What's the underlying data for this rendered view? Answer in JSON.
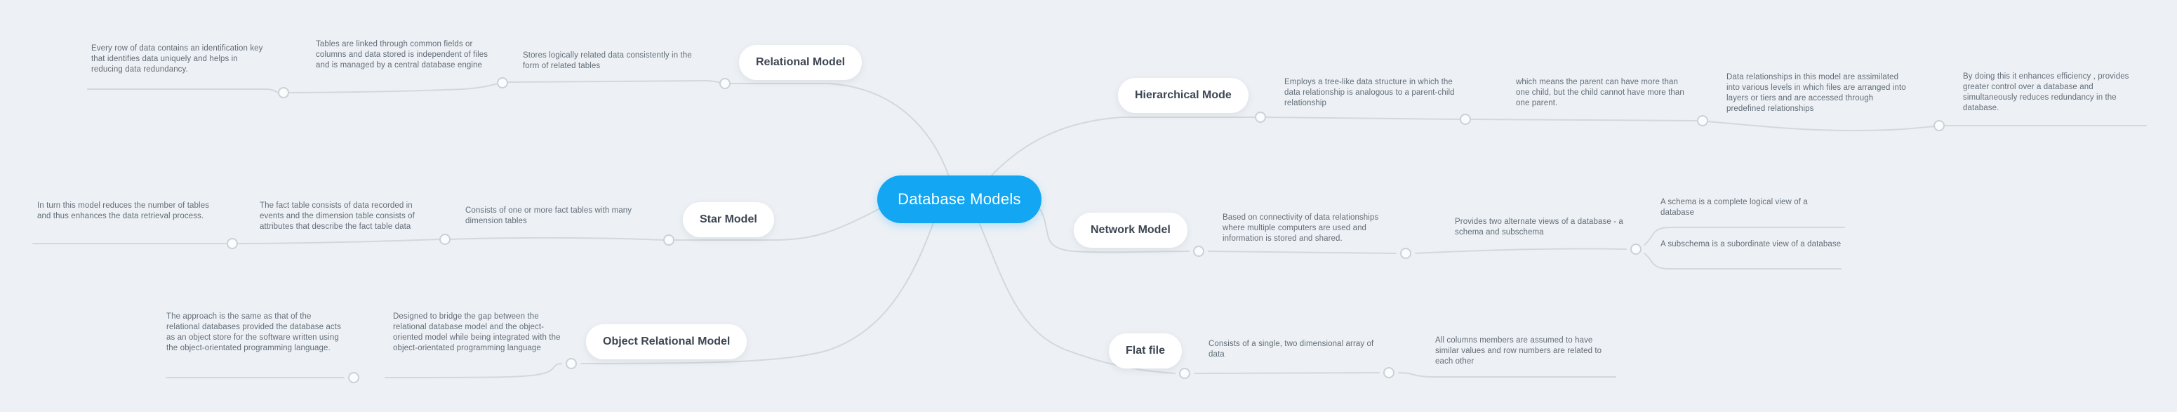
{
  "root": {
    "label": "Database Models"
  },
  "colors": {
    "background": "#edf1f5",
    "root_fill": "#12a6f3",
    "root_text": "#ffffff",
    "node_fill": "#ffffff",
    "node_text": "#3d4653",
    "note_text": "#636d78",
    "line": "#d3d8dd"
  },
  "branches": [
    {
      "label": "Relational Model",
      "notes": [
        "Every row of data contains an identification key that identifies data uniquely and helps in reducing data redundancy.",
        "Tables are linked through common fields or columns and data stored is independent of files and is managed by a central database engine",
        "Stores logically related data consistently in the form of related tables"
      ]
    },
    {
      "label": "Hierarchical Mode",
      "notes": [
        "Employs a tree-like data structure in which the data relationship is analogous to a parent-child relationship",
        "which means the parent can have more than one child, but the child cannot have more than one parent.",
        "Data relationships in this model are assimilated into various levels in which files are arranged into layers or tiers and are accessed through predefined relationships",
        "By doing this it enhances efficiency , provides greater control over a database and simultaneously reduces redundancy in the database."
      ]
    },
    {
      "label": "Star Model",
      "notes": [
        "In turn this model reduces the number of tables and thus enhances the data retrieval process.",
        "The fact table consists of data recorded in events and the dimension table consists of attributes that describe the fact table data",
        "Consists of one or more fact tables with many dimension tables"
      ]
    },
    {
      "label": "Network Model",
      "notes": [
        "Based on connectivity of data relationships where multiple computers are used and information is stored and shared.",
        "Provides two alternate views of a database - a schema and subschema",
        "A schema is a complete logical view of a database",
        "A subschema is a subordinate view of a database"
      ]
    },
    {
      "label": "Object Relational Model",
      "notes": [
        "The approach is the same as that of the relational databases provided the database acts as an object store for the software written using the object-orientated programming language.",
        "Designed to bridge the gap between the relational database model and the object-oriented model while being integrated with the object-orientated programming language"
      ]
    },
    {
      "label": "Flat file",
      "notes": [
        "Consists of a single, two dimensional array of data",
        "All columns members are assumed to have similar values and row numbers are related to each other"
      ]
    }
  ]
}
